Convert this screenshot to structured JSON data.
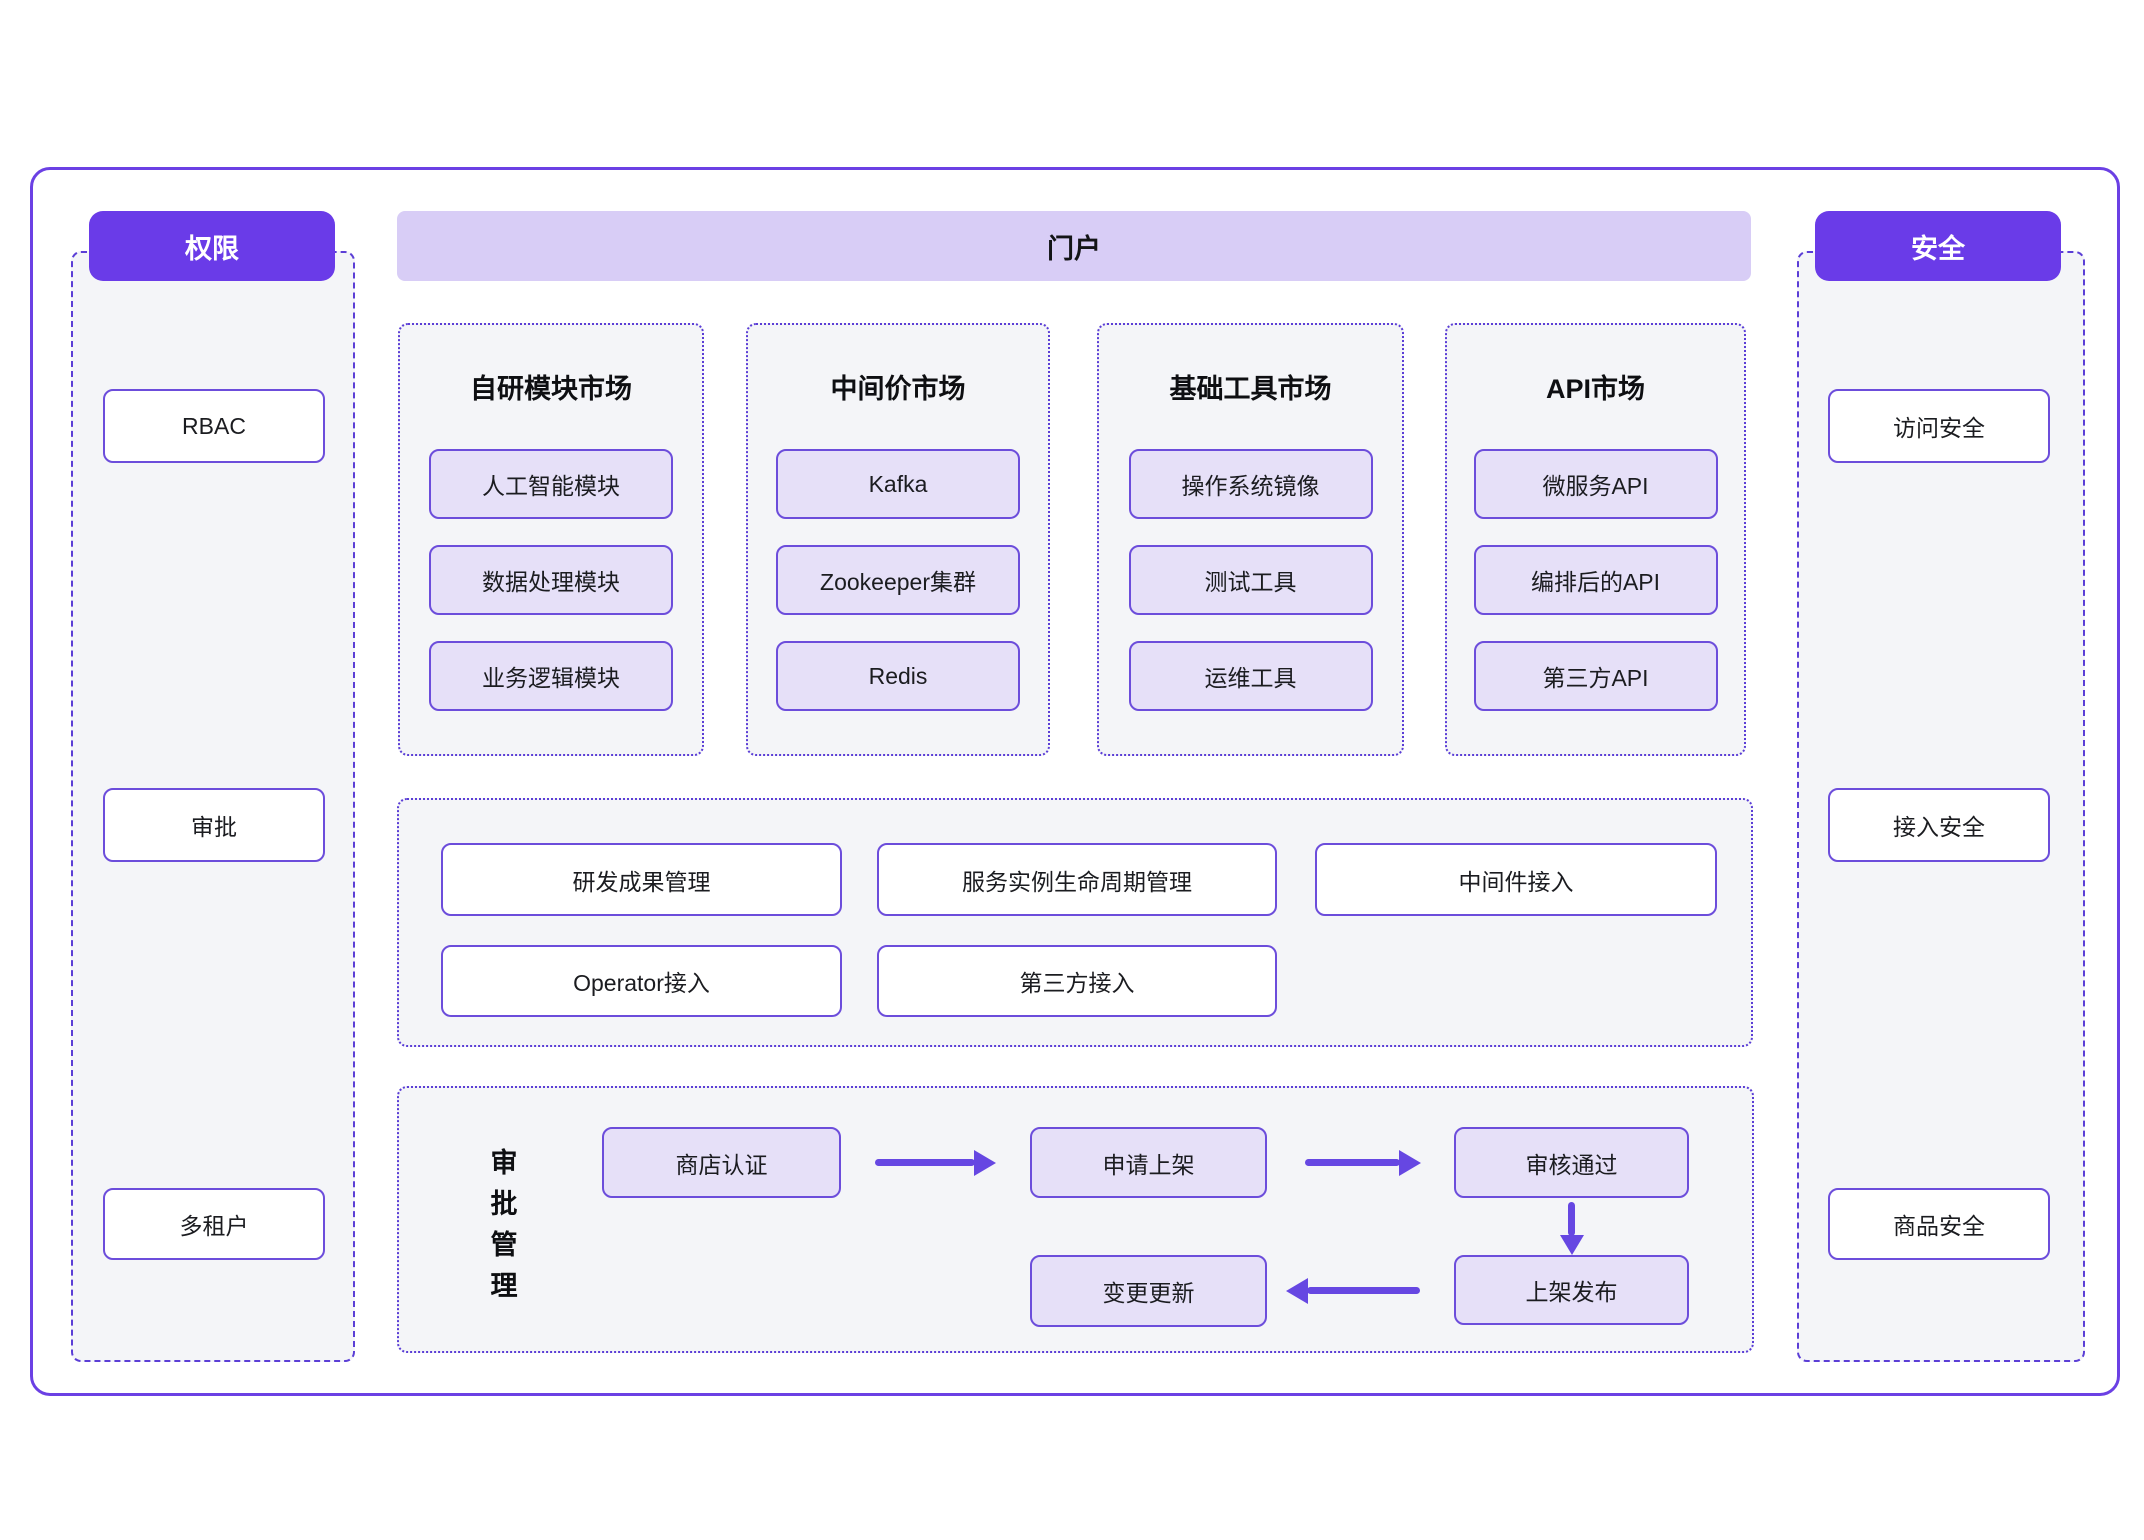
{
  "left_panel": {
    "header": "权限",
    "items": [
      "RBAC",
      "审批",
      "多租户"
    ]
  },
  "portal": {
    "header": "门户",
    "markets": [
      {
        "title": "自研模块市场",
        "items": [
          "人工智能模块",
          "数据处理模块",
          "业务逻辑模块"
        ]
      },
      {
        "title": "中间价市场",
        "items": [
          "Kafka",
          "Zookeeper集群",
          "Redis"
        ]
      },
      {
        "title": "基础工具市场",
        "items": [
          "操作系统镜像",
          "测试工具",
          "运维工具"
        ]
      },
      {
        "title": "API市场",
        "items": [
          "微服务API",
          "编排后的API",
          "第三方API"
        ]
      }
    ],
    "management": {
      "row1": [
        "研发成果管理",
        "服务实例生命周期管理",
        "中间件接入"
      ],
      "row2": [
        "Operator接入",
        "第三方接入"
      ]
    },
    "approval": {
      "label": "审批管理",
      "steps": [
        "商店认证",
        "申请上架",
        "审核通过",
        "上架发布",
        "变更更新"
      ]
    }
  },
  "right_panel": {
    "header": "安全",
    "items": [
      "访问安全",
      "接入安全",
      "商品安全"
    ]
  },
  "colors": {
    "accent": "#6a3be8",
    "dash_border": "#5b3ed6",
    "banner_bg": "#d8cdf6",
    "item_fill": "#e6e0f8",
    "panel_bg": "#f4f5f8",
    "arrow": "#6647e2"
  }
}
